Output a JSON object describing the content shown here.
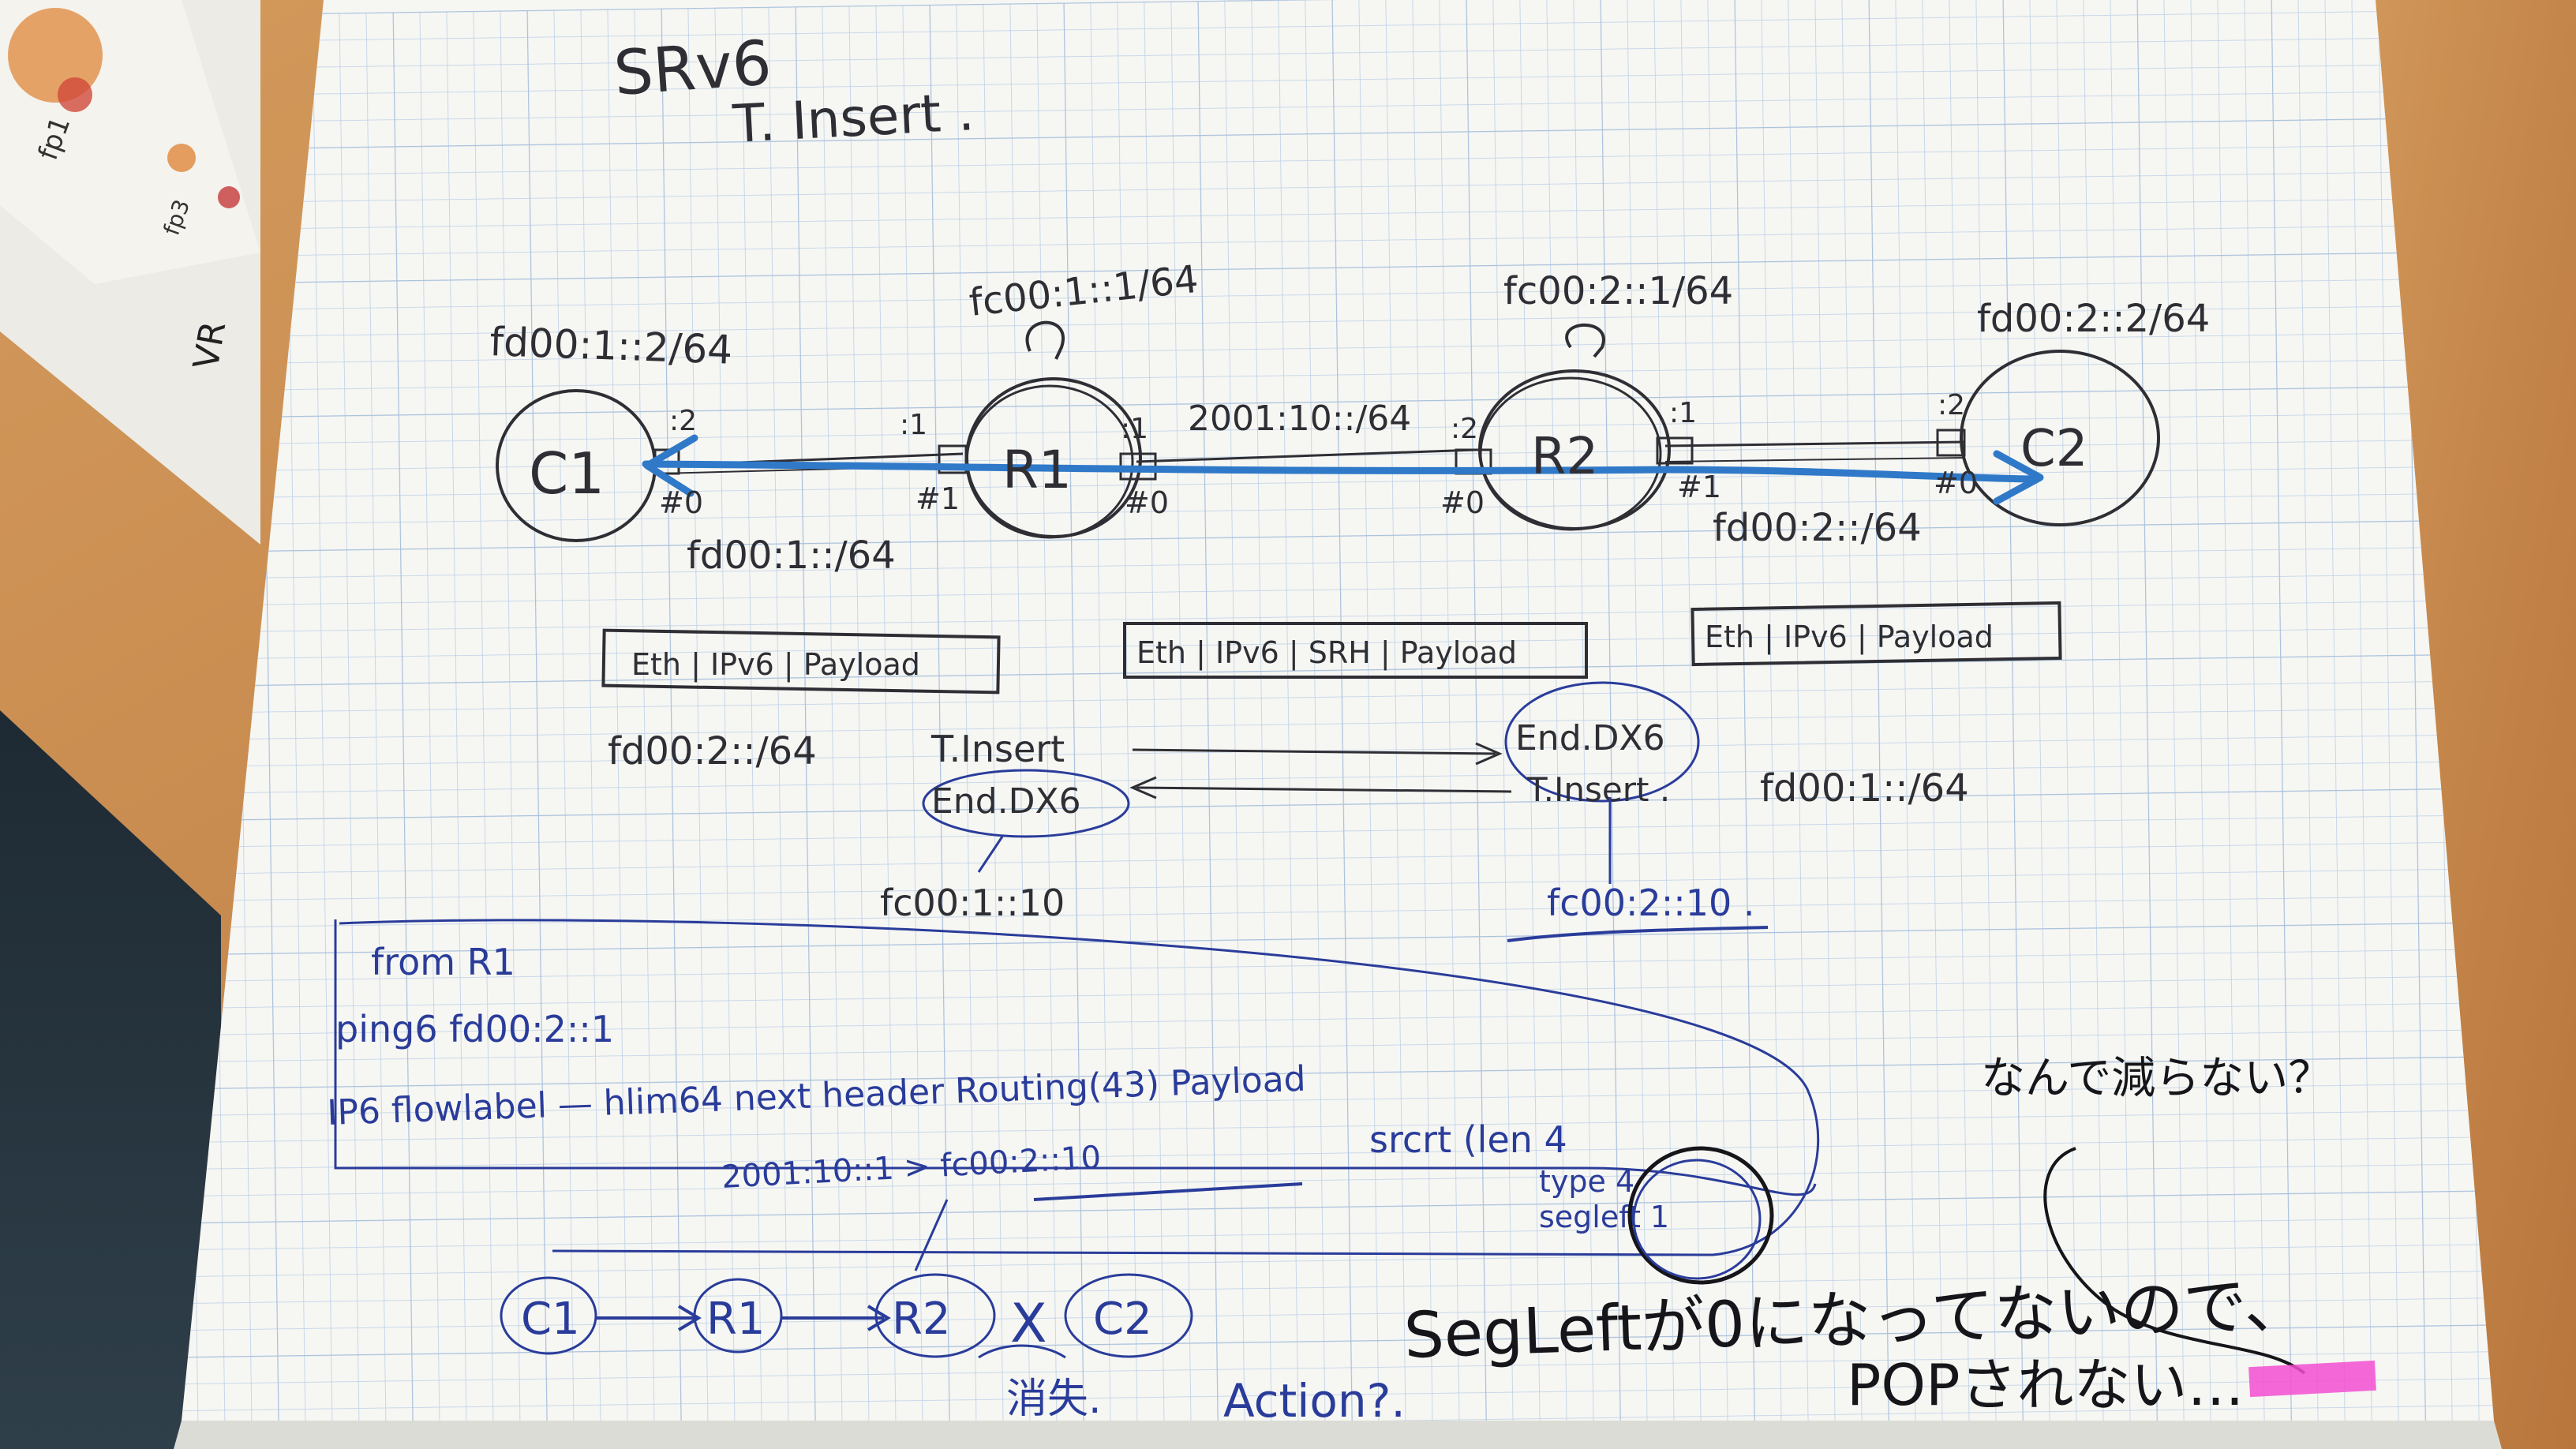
{
  "title": "SRv6",
  "subtitle": "T. Insert .",
  "nodes": {
    "c1": "C1",
    "r1": "R1",
    "r2": "R2",
    "c2": "C2"
  },
  "addresses": {
    "c1_addr": "fd00:1::2/64",
    "r1_loop": "fc00:1::1/64",
    "r2_loop": "fc00:2::1/64",
    "c2_addr": "fd00:2::2/64",
    "link_mid": "2001:10::/64",
    "net_c1": "fd00:1::/64",
    "net_c2": "fd00:2::/64"
  },
  "interfaces": {
    "c1_host": ":2",
    "c1_port": "#0",
    "r1_left_host": ":1",
    "r1_left_port": "#1",
    "r1_right_host": ":1",
    "r1_right_port": "#0",
    "r2_left_host": ":2",
    "r2_left_port": "#0",
    "r2_right_host": ":1",
    "r2_right_port": "#1",
    "c2_host": ":2",
    "c2_port": "#0"
  },
  "headers": {
    "left": "Eth | IPv6 | Payload",
    "middle": "Eth | IPv6 | SRH | Payload",
    "right": "Eth | IPv6 | Payload"
  },
  "routes": {
    "r1_dst": "fd00:2::/64",
    "r1_action": "T.Insert",
    "r1_end": "End.DX6",
    "r1_sid": "fc00:1::10",
    "r2_end": "End.DX6",
    "r2_action": "T.Insert .",
    "r2_dst": "fd00:1::/64",
    "r2_sid": "fc00:2::10 ."
  },
  "capture": {
    "from": "from R1",
    "cmd": "ping6 fd00:2::1",
    "line1": "IP6 flowlabel — hlim64 next header Routing(43) Payload",
    "line2": "2001:10::1 > fc00:2::10",
    "srh_len": "srcrt (len 4",
    "srh_type": "type 4",
    "segleft": "segleft 1"
  },
  "notes": {
    "flow": [
      "C1",
      "R1",
      "R2",
      "C2"
    ],
    "drop_mark": "X",
    "drop_word": "消失.",
    "action_q": "Action?.",
    "question": "なんで減らない？",
    "segleft_note": "SegLeftが0になってないので、",
    "pop_note": "POPされない…"
  },
  "margin_labels": {
    "fp1": "fp1",
    "fp3": "fp3",
    "vr": "VR"
  },
  "colors": {
    "blue_marker": "#2f79c8",
    "ink_blue": "#2a3c9a",
    "pencil": "#2e2e34",
    "highlighter": "#f24fd0",
    "paper": "#f6f6f3",
    "grid": "#b9cde4",
    "desk": "#c88a4e"
  }
}
